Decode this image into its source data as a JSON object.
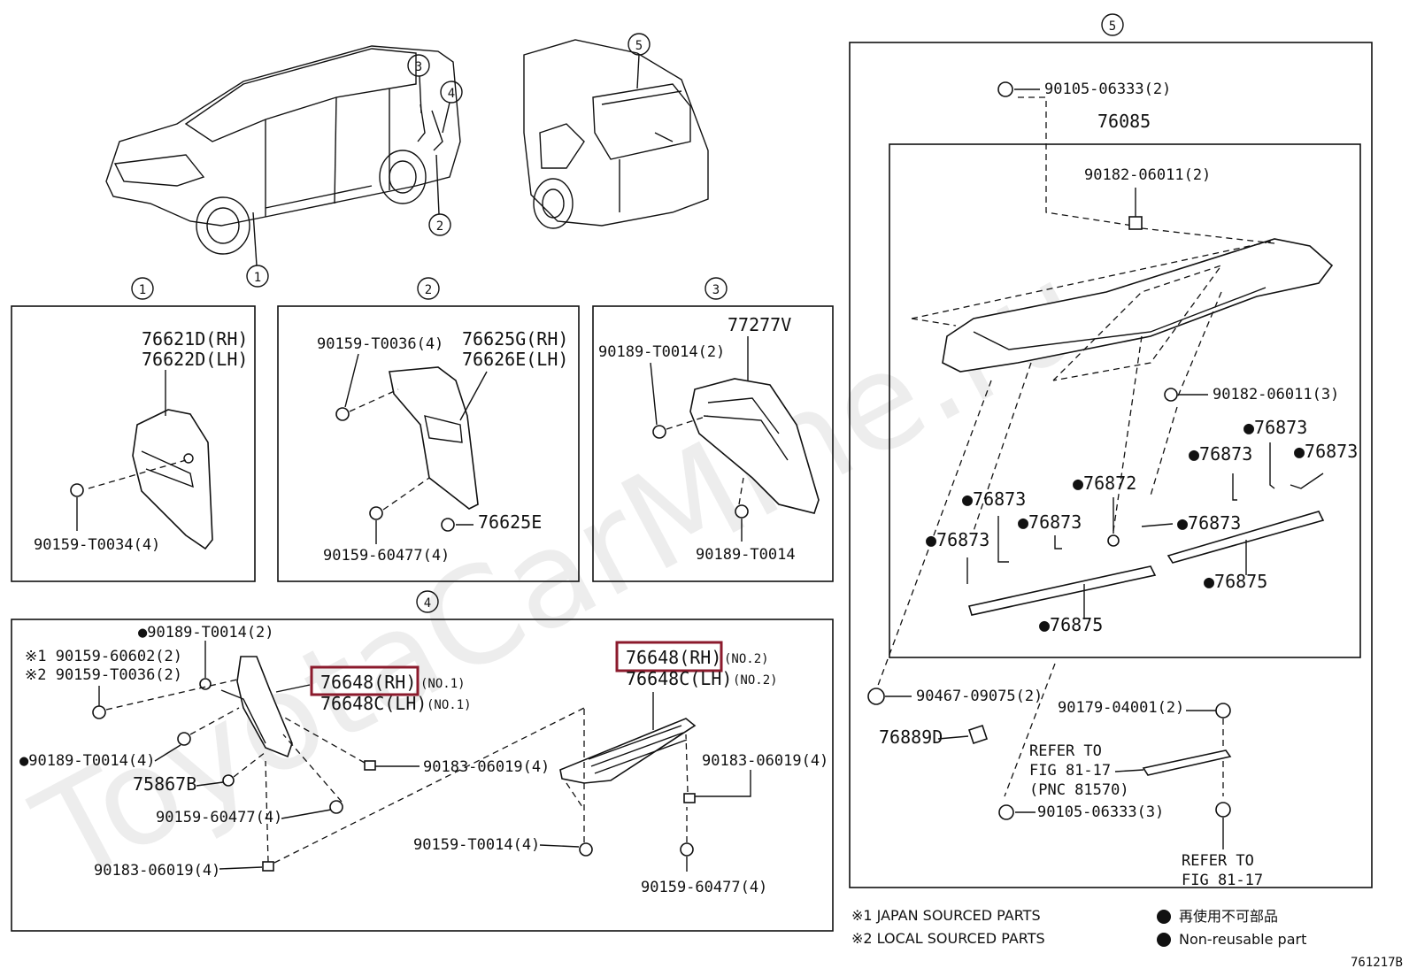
{
  "watermark": "ToyotaCarMine.ru",
  "figure_code": "761217B",
  "overview": {
    "callouts": [
      "1",
      "2",
      "3",
      "4",
      "5"
    ]
  },
  "panel1": {
    "tag": "1",
    "labels": [
      "76621D(RH)",
      "76622D(LH)",
      "90159-T0034(4)"
    ]
  },
  "panel2": {
    "tag": "2",
    "labels": [
      "90159-T0036(4)",
      "76625G(RH)",
      "76626E(LH)",
      "90159-60477(4)",
      "76625E"
    ]
  },
  "panel3": {
    "tag": "3",
    "labels": [
      "77277V",
      "90189-T0014(2)",
      "90189-T0014"
    ]
  },
  "panel4": {
    "tag": "4",
    "labels": {
      "a": "●90189-T0014(2)",
      "b": "※1 90159-60602(2)",
      "c": "※2 90159-T0036(2)",
      "d": "●90189-T0014(4)",
      "e": "75867B",
      "f": "90159-60477(4)",
      "g": "90183-06019(4)",
      "h": "90183-06019(4)",
      "i": "76648(RH)",
      "j": "(NO.1)",
      "k": "76648C(LH)",
      "l": "(NO.1)",
      "m": "76648(RH)",
      "n": "(NO.2)",
      "o": "76648C(LH)",
      "p": "(NO.2)",
      "q": "90183-06019(4)",
      "r": "90159-T0014(4)",
      "s": "90159-60477(4)"
    }
  },
  "panel5": {
    "tag": "5",
    "labels": {
      "a": "90105-06333(2)",
      "b": "76085",
      "c": "90182-06011(2)",
      "d": "90182-06011(3)",
      "e": "●76873",
      "f": "●76873",
      "g": "●76873",
      "h": "●76872",
      "i": "●76873",
      "j": "●76873",
      "k": "●76873",
      "l": "●76873",
      "m": "●76875",
      "n": "●76875",
      "o": "90467-09075(2)",
      "p": "76889D",
      "q": "90179-04001(2)",
      "r": "REFER TO",
      "s": "FIG 81-17",
      "t": "(PNC 81570)",
      "u": "90105-06333(3)",
      "v": "REFER TO",
      "w": "FIG 81-17"
    }
  },
  "legend": {
    "japan": "※1  JAPAN SOURCED PARTS",
    "local": "※2  LOCAL SOURCED PARTS",
    "nonreuse_jp": "再使用不可部品",
    "nonreuse_en": "Non-reusable part"
  },
  "colors": {
    "highlight": "#8b1a2c",
    "ink": "#111111"
  }
}
